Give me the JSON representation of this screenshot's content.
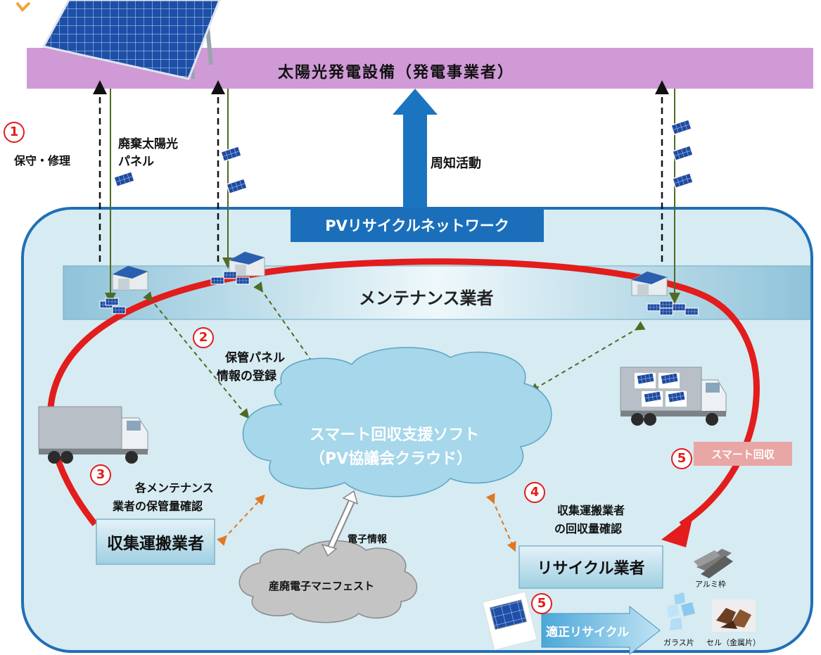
{
  "top_bar": {
    "label": "太陽光発電設備（発電事業者）"
  },
  "awareness": {
    "label": "周知活動"
  },
  "network": {
    "label": "PVリサイクルネットワーク"
  },
  "maintenance": {
    "label": "メンテナンス業者"
  },
  "cloud": {
    "line1": "スマート回収支援ソフト",
    "line2": "（PV協議会クラウド）"
  },
  "manifest": {
    "label": "産廃電子マニフェスト",
    "link_label": "電子情報"
  },
  "collector": {
    "label": "収集運搬業者"
  },
  "recycler": {
    "label": "リサイクル業者"
  },
  "smart_collect": {
    "label": "スマート回収"
  },
  "proper_recycle": {
    "label": "適正リサイクル"
  },
  "steps": {
    "s1": {
      "num": "1",
      "text": "保守・修理"
    },
    "waste_panel": {
      "line1": "廃棄太陽光",
      "line2": "パネル"
    },
    "s2": {
      "num": "2",
      "line1": "保管パネル",
      "line2": "情報の登録"
    },
    "s3": {
      "num": "3",
      "line1": "各メンテナンス",
      "line2": "業者の保管量確認"
    },
    "s4": {
      "num": "4",
      "line1": "収集運搬業者",
      "line2": "の回収量確認"
    },
    "s5a": {
      "num": "5"
    },
    "s5b": {
      "num": "5"
    }
  },
  "materials": {
    "aluminum": "アルミ枠",
    "glass": "ガラス片",
    "cell": "セル（金属片）"
  },
  "colors": {
    "top_bar": "#cf9ad6",
    "network_fill": "#d6ebf2",
    "network_border": "#1f6fb8",
    "red_arc": "#e31c1c",
    "smart_badge": "#e8a6a4",
    "blue_arrow": "#1b74bf"
  }
}
